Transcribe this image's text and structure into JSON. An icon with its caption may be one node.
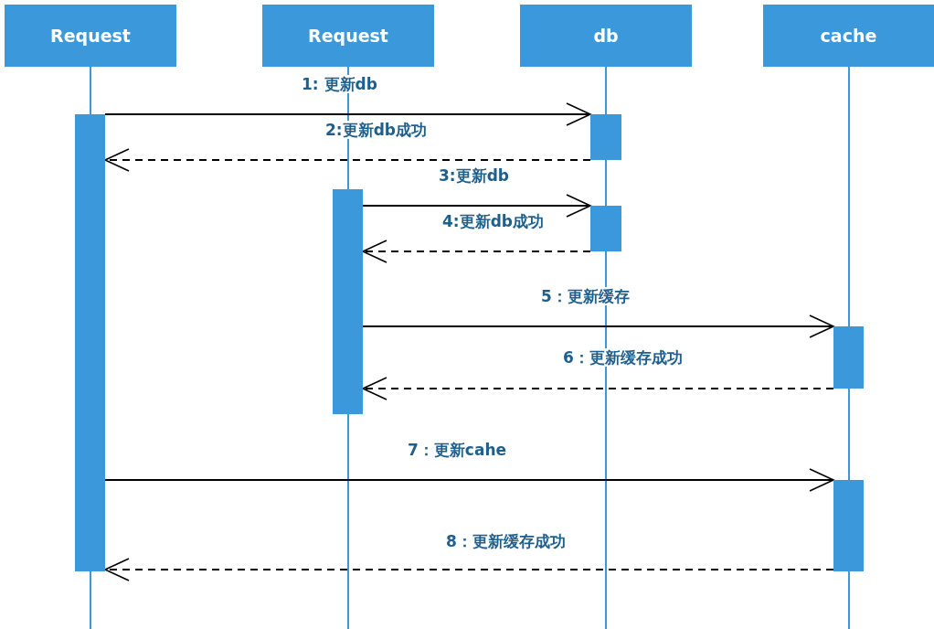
{
  "diagram": {
    "nodes": [
      {
        "text": [
          "Request"
        ]
      },
      {
        "text": [
          "Request"
        ]
      },
      {
        "text": [
          "db"
        ]
      },
      {
        "text": [
          "cache"
        ]
      },
      {
        "text": [],
        "shape": "bar"
      },
      {
        "text": [],
        "shape": "bar"
      },
      {
        "text": [],
        "shape": "bar"
      },
      {
        "text": [],
        "shape": "bar"
      },
      {
        "text": [],
        "shape": "bar"
      },
      {
        "text": [],
        "shape": "bar"
      }
    ],
    "edges": [
      {
        "from": 4,
        "to": 6,
        "arrow": "to",
        "label": "1: 更新db"
      },
      {
        "from": 6,
        "to": 4,
        "arrow": "to",
        "label": "2:更新db成功",
        "style": "dashed"
      },
      {
        "from": 5,
        "to": 7,
        "arrow": "to",
        "label": "3:更新db"
      },
      {
        "from": 7,
        "to": 5,
        "arrow": "to",
        "label": "4:更新db成功",
        "style": "dashed"
      },
      {
        "from": 5,
        "to": 8,
        "arrow": "to",
        "label": "5：更新缓存"
      },
      {
        "from": 8,
        "to": 5,
        "arrow": "to",
        "label": "6：更新缓存成功",
        "style": "dashed"
      },
      {
        "from": 4,
        "to": 9,
        "arrow": "to",
        "label": "7：更新cahe"
      },
      {
        "from": 9,
        "to": 4,
        "arrow": "to",
        "label": "8：更新缓存成功",
        "style": "dashed"
      }
    ]
  }
}
